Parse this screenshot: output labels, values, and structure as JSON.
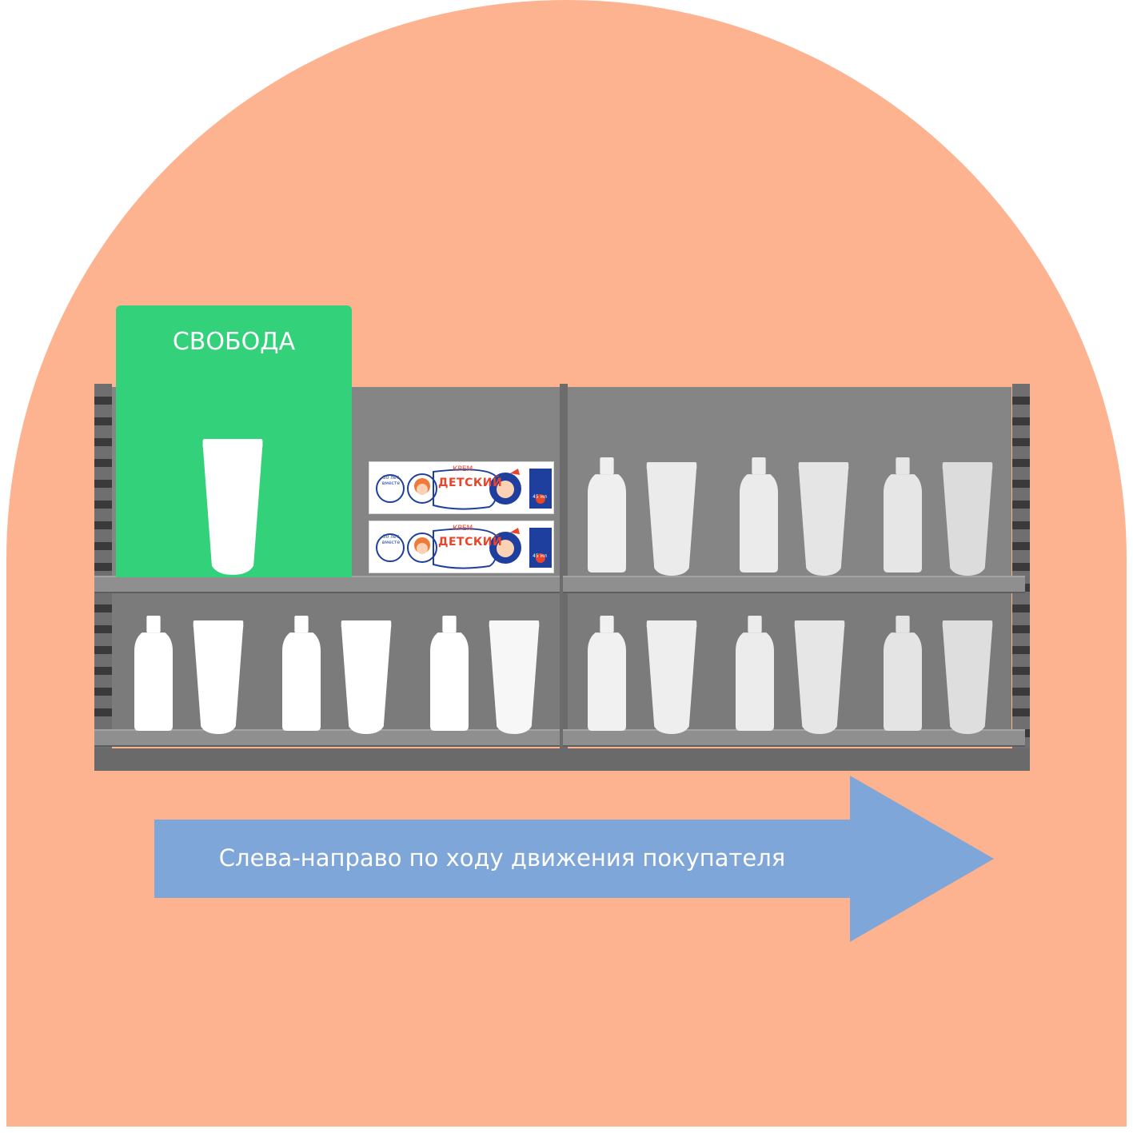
{
  "green_block": {
    "title": "СВОБОДА"
  },
  "product_box": {
    "kind": "КРЕМ",
    "brand": "ДЕТСКИЙ",
    "anniversary": "50 лет вместе",
    "volume": "45 мл"
  },
  "arrow": {
    "label": "Слева-направо по ходу движения покупателя"
  },
  "colors": {
    "background": "#FDB38F",
    "green_block": "#33D17A",
    "arrow": "#7FA6D9",
    "shelf": "#858585"
  },
  "icons": [
    "bottle-icon",
    "tube-icon",
    "cream-box-icon",
    "arrow-right-icon"
  ]
}
